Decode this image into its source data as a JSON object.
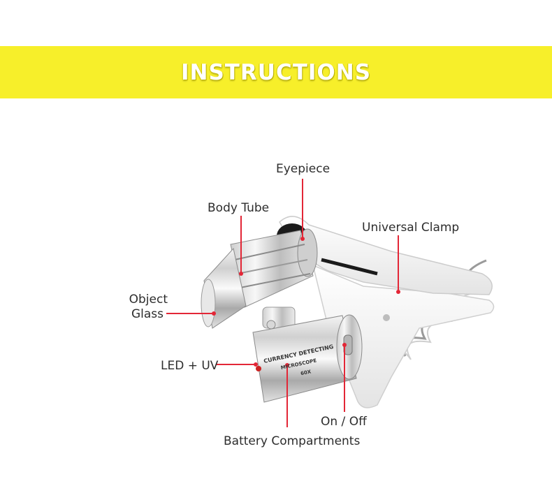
{
  "header": {
    "title": "INSTRUCTIONS"
  },
  "labels": {
    "eyepiece": "Eyepiece",
    "body_tube": "Body Tube",
    "universal_clamp": "Universal Clamp",
    "object": "Object",
    "glass": "Glass",
    "led_uv": "LED + UV",
    "on_off": "On / Off",
    "battery": "Battery Compartments"
  },
  "product_print": {
    "line1": "CURRENCY DETECTING",
    "line2": "MICROSCOPE",
    "line3": "60X"
  },
  "colors": {
    "banner": "#f7ef2a",
    "pointer": "#e32636"
  }
}
